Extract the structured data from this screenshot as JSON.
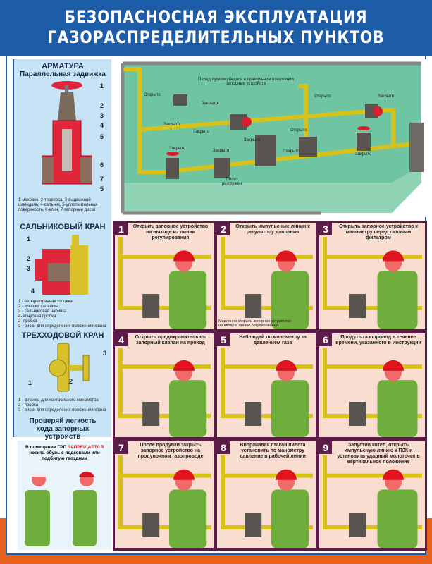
{
  "title": {
    "line1": "БЕЗОПАСНОСНАЯ ЭКСПЛУАТАЦИЯ",
    "line2": "ГАЗОРАСПРЕДЕЛИТЕЛЬНЫХ ПУНКТОВ"
  },
  "left": {
    "armatura": {
      "heading": "АРМАТУРА",
      "subheading": "Параллельная задвижка",
      "numbers": [
        "1",
        "2",
        "3",
        "4",
        "5",
        "6",
        "7",
        "5"
      ],
      "caption": "1-маховик, 2-траверса, 3-выдвижной шпиндель, 4-сальник, 5-уплотнительная поверхность, 6-клин, 7-запорные диски"
    },
    "salnik": {
      "heading": "САЛЬНИКОВЫЙ КРАН",
      "numbers": [
        "1",
        "2",
        "3",
        "4"
      ],
      "legend": [
        "1 - четырехгранная головка",
        "2 - крышка сальника",
        "3 - сальниковая набивка",
        "4- конусная пробка",
        "2- пробка",
        "3 - риски для определения положения крана"
      ]
    },
    "threeway": {
      "heading": "ТРЕХХОДОВОЙ КРАН",
      "numbers": [
        "1",
        "2",
        "3"
      ],
      "legend": [
        "1 - фланец для контрольного манометра",
        "2 - пробка",
        "3 - риски для определения положения крана"
      ]
    },
    "check": "Проверяй легкость хода запорных устройств"
  },
  "diagram": {
    "note": "Перед пуском убедись в правильном положении запорных устройств",
    "labels": [
      "Открыто",
      "Закрыто",
      "Открыто",
      "Закрыто",
      "Закрыто",
      "Открыто",
      "Закрыто",
      "Закрыто",
      "Закрыто",
      "Закрыто",
      "Закрыто",
      "Закрыто"
    ],
    "pilot": "Пилот разгружен"
  },
  "steps": [
    {
      "n": "1",
      "text": "Открыть запорное устройство на выходе из линии регулирования"
    },
    {
      "n": "2",
      "text": "Открыть импульсные линии к регулятору давления",
      "note": "Медленно открыть запорное устройство на вводе в линию регулирования"
    },
    {
      "n": "3",
      "text": "Открыть запорное устройство к манометру перед газовым фильтром"
    },
    {
      "n": "4",
      "text": "Открыть предохранительно-запорный клапан на проход"
    },
    {
      "n": "5",
      "text": "Наблюдай по манометру за давлением газа"
    },
    {
      "n": "6",
      "text": "Продуть газопровод в течение времени, указанного в Инструкции"
    },
    {
      "n": "7",
      "text": "После продувки закрыть запорное устройство на продувочном газопроводе"
    },
    {
      "n": "8",
      "text": "Вворачивая стакан пилота установить по манометру давление в рабочей линии"
    },
    {
      "n": "9",
      "text": "Запустив котел, открыть импульсную линию к ПЗК и установить ударный молоточек в вертикальное положение"
    }
  ],
  "warning": {
    "pre": "В помещении ГРП ",
    "highlight": "ЗАПРЕЩАЕТСЯ",
    "post": " носить обувь с подковами или подбитую гвоздями"
  },
  "colors": {
    "title": "#1d5ca6",
    "panel_border": "#5b1d48",
    "pipe": "#d8c21a",
    "orange": "#e8621e"
  }
}
